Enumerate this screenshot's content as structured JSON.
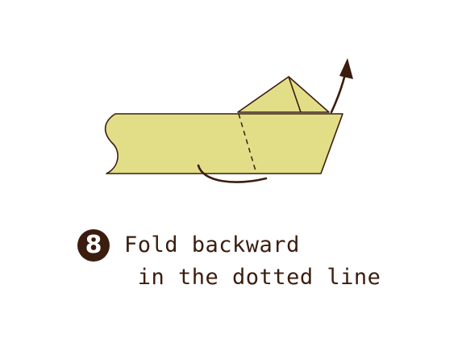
{
  "step": {
    "number": "8",
    "line1": "Fold backward",
    "line2": " in the dotted line"
  },
  "colors": {
    "paper": "#e2de88",
    "outline": "#3a1d0e",
    "badge": "#3a1d0e",
    "background": "#ffffff"
  },
  "icons": {
    "fold_arrow": "fold-backward-arrow-icon",
    "turn_arrow": "curved-arrow-icon"
  }
}
